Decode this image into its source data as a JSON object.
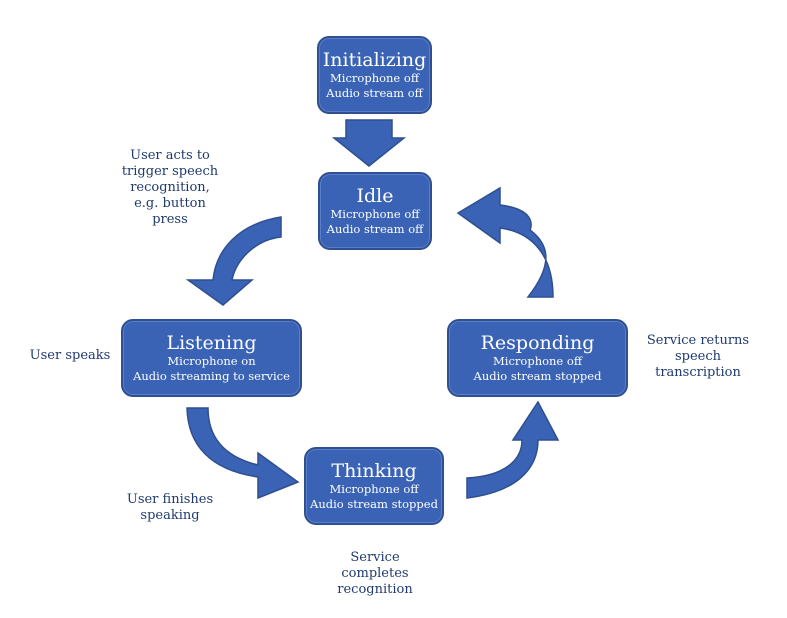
{
  "colors": {
    "box_fill": "#3a63b5",
    "box_border": "#2f4f8f",
    "arrow_fill": "#3a63b5",
    "note_text": "#1f3a6e"
  },
  "states": {
    "initializing": {
      "title": "Initializing",
      "line1": "Microphone off",
      "line2": "Audio stream off"
    },
    "idle": {
      "title": "Idle",
      "line1": "Microphone off",
      "line2": "Audio stream off"
    },
    "listening": {
      "title": "Listening",
      "line1": "Microphone on",
      "line2": "Audio streaming to service"
    },
    "thinking": {
      "title": "Thinking",
      "line1": "Microphone off",
      "line2": "Audio stream stopped"
    },
    "responding": {
      "title": "Responding",
      "line1": "Microphone off",
      "line2": "Audio stream stopped"
    }
  },
  "notes": {
    "trigger": [
      "User acts to",
      "trigger speech",
      "recognition,",
      "e.g. button",
      "press"
    ],
    "user_speaks": [
      "User speaks"
    ],
    "user_finishes": [
      "User finishes",
      "speaking"
    ],
    "service_completes": [
      "Service",
      "completes",
      "recognition"
    ],
    "service_returns": [
      "Service returns",
      "speech",
      "transcription"
    ]
  }
}
